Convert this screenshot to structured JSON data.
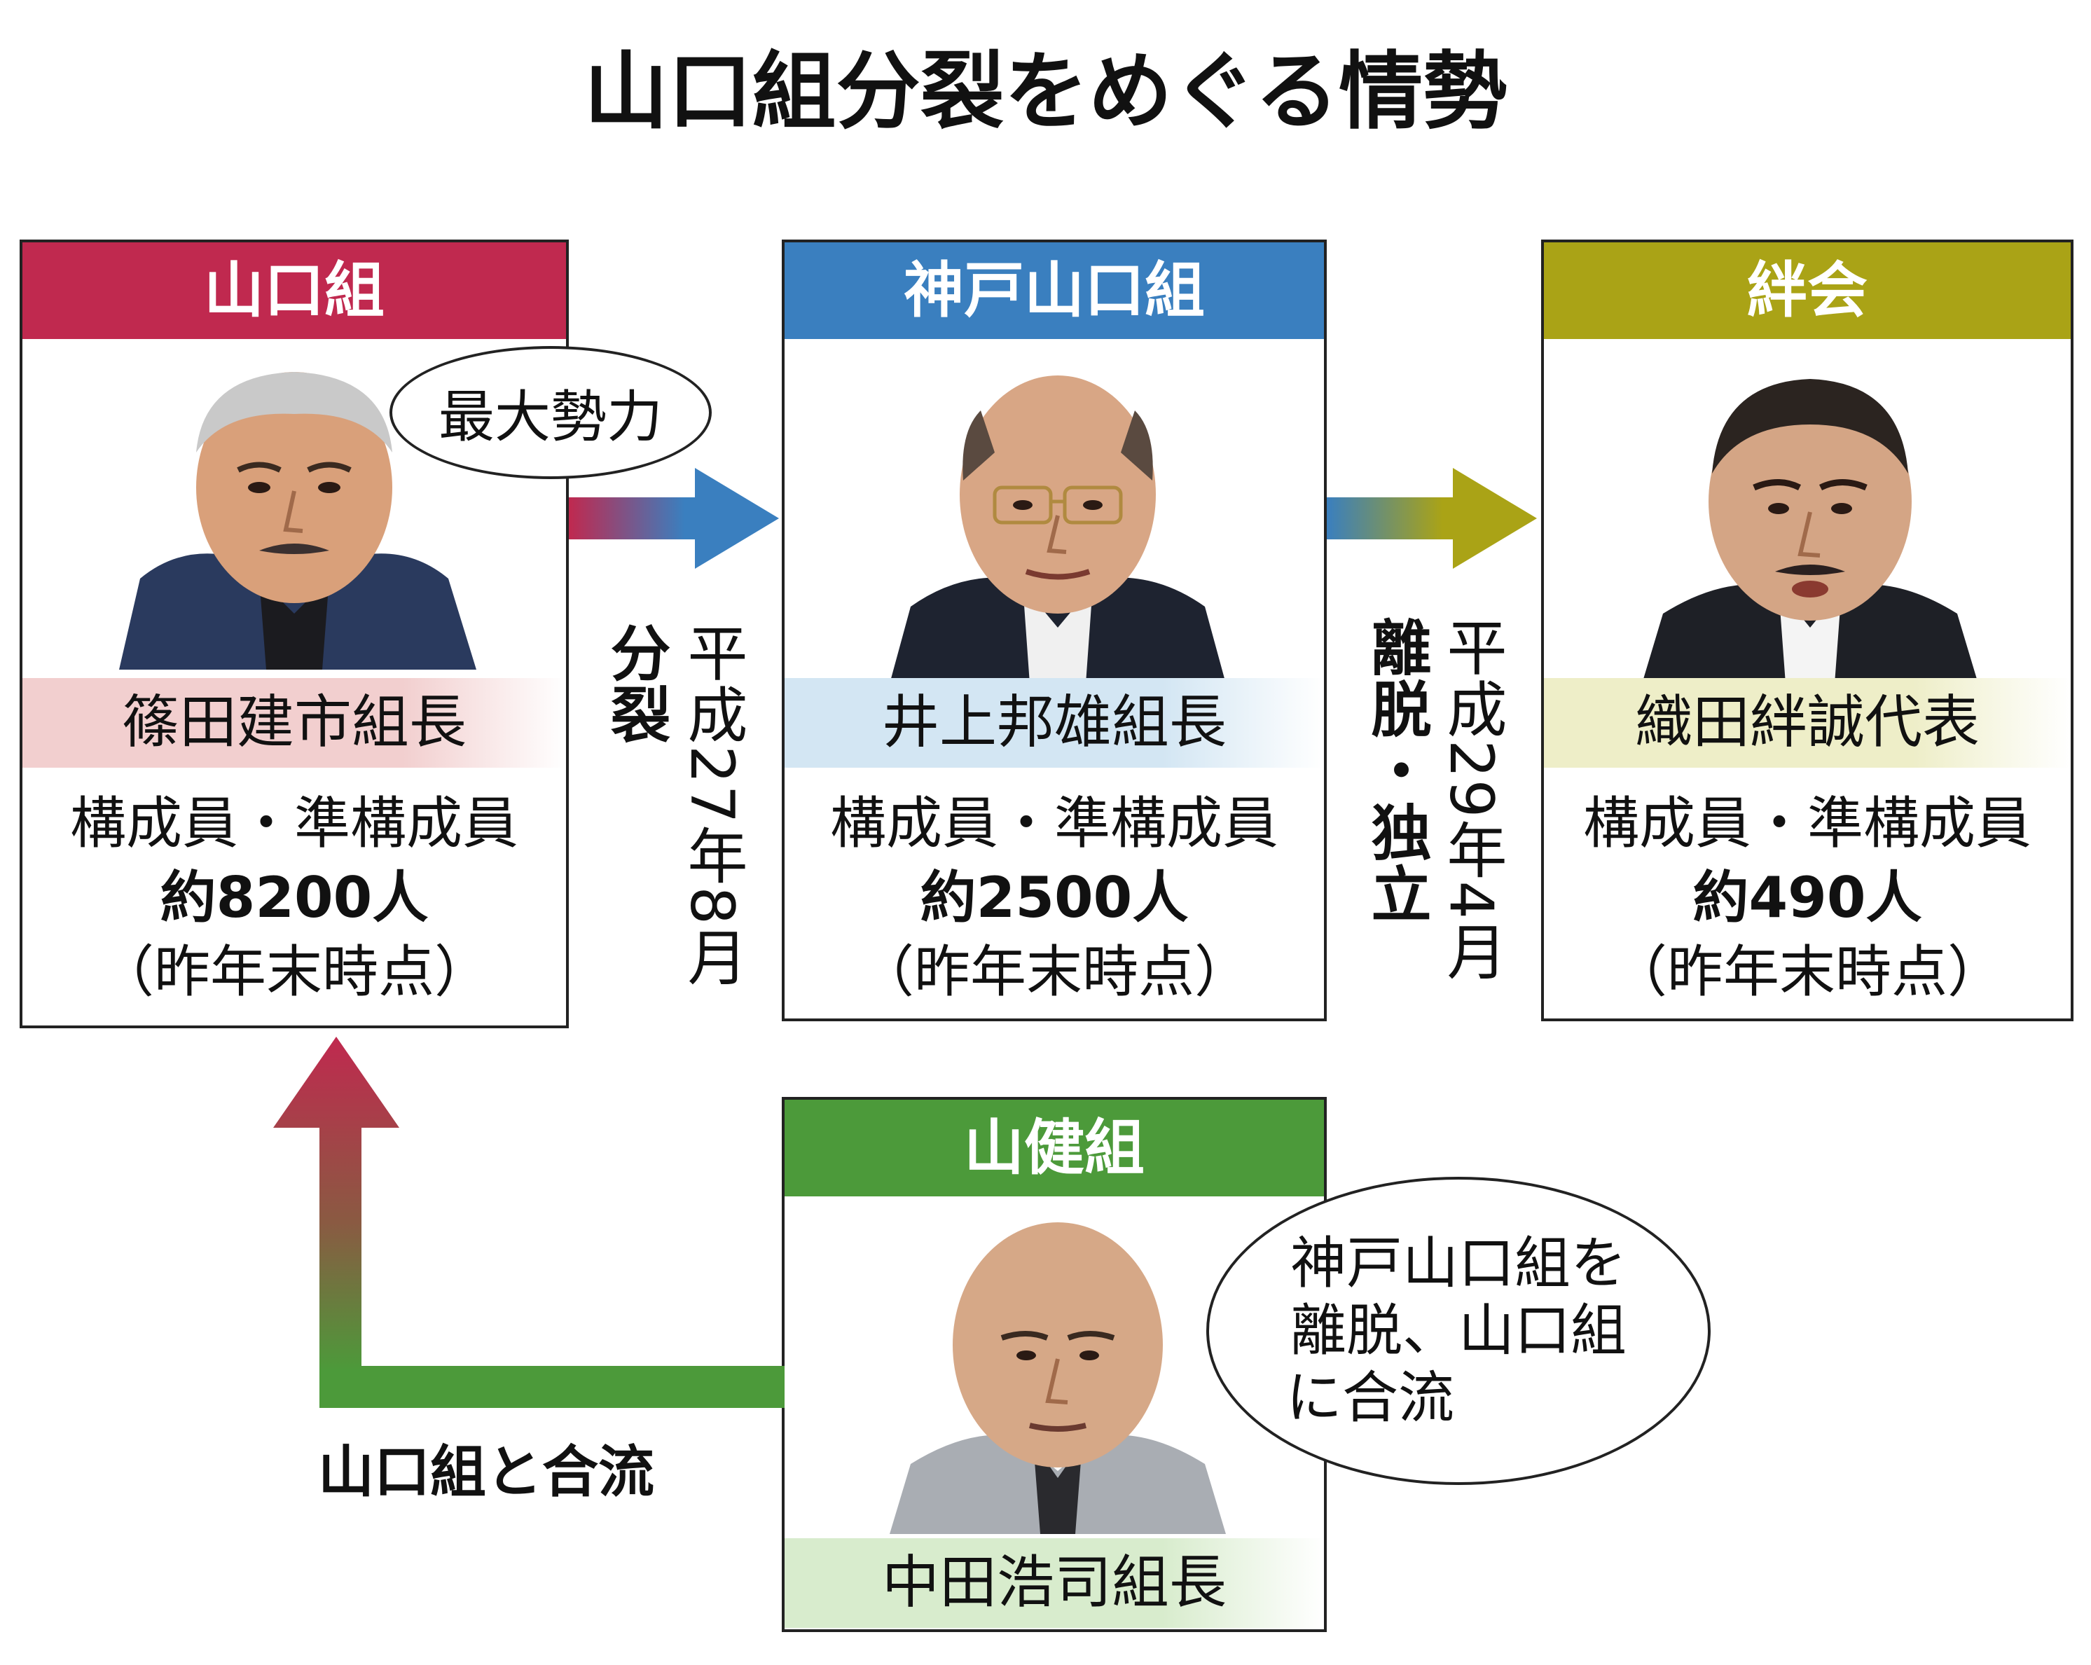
{
  "title": "山口組分裂をめぐる情勢",
  "colors": {
    "yamaguchi": "#c0294f",
    "kobe": "#3a7fbf",
    "kizuna": "#aaa316",
    "yamaken": "#4c9a3a",
    "band_yamaguchi": "#f2cfcf",
    "band_kobe": "#d3e6f3",
    "band_kizuna": "#eeeec8",
    "band_yamaken": "#d8eccd"
  },
  "groups": {
    "yamaguchi": {
      "name": "山口組",
      "leader": "篠田建市組長",
      "members_label": "構成員・準構成員",
      "members_count": "約8200人",
      "as_of": "（昨年末時点）",
      "bubble": "最大勢力"
    },
    "kobe": {
      "name": "神戸山口組",
      "leader": "井上邦雄組長",
      "members_label": "構成員・準構成員",
      "members_count": "約2500人",
      "as_of": "（昨年末時点）"
    },
    "kizuna": {
      "name": "絆会",
      "leader": "織田絆誠代表",
      "members_label": "構成員・準構成員",
      "members_count": "約490人",
      "as_of": "（昨年末時点）"
    },
    "yamaken": {
      "name": "山健組",
      "leader": "中田浩司組長",
      "bubble_lines": [
        "神戸山口組を",
        "離脱、山口組",
        "に合流"
      ]
    }
  },
  "arrows": {
    "split": {
      "action": "分裂",
      "date": "平成27年8月"
    },
    "secede": {
      "action": "離脱・独立",
      "date": "平成29年4月"
    },
    "merge": {
      "action": "山口組と合流"
    }
  }
}
